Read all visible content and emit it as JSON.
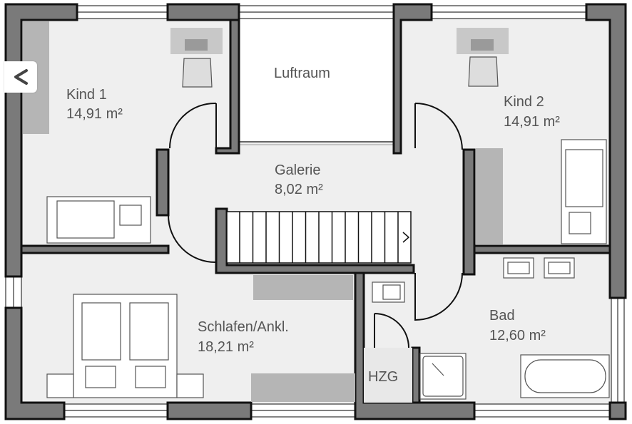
{
  "rooms": {
    "kind1": {
      "name": "Kind 1",
      "area": "14,91 m²"
    },
    "kind2": {
      "name": "Kind 2",
      "area": "14,91 m²"
    },
    "luftraum": {
      "name": "Luftraum"
    },
    "galerie": {
      "name": "Galerie",
      "area": "8,02 m²"
    },
    "schlafen": {
      "name": "Schlafen/Ankl.",
      "area": "18,21 m²"
    },
    "bad": {
      "name": "Bad",
      "area": "12,60 m²"
    },
    "hzg": {
      "name": "HZG"
    }
  },
  "nav": {
    "back_icon": "chevron-left-icon"
  },
  "colors": {
    "wall": "#7a7a7a",
    "floor": "#efefef",
    "furniture": "#b5b5b5",
    "outline": "#111111"
  }
}
